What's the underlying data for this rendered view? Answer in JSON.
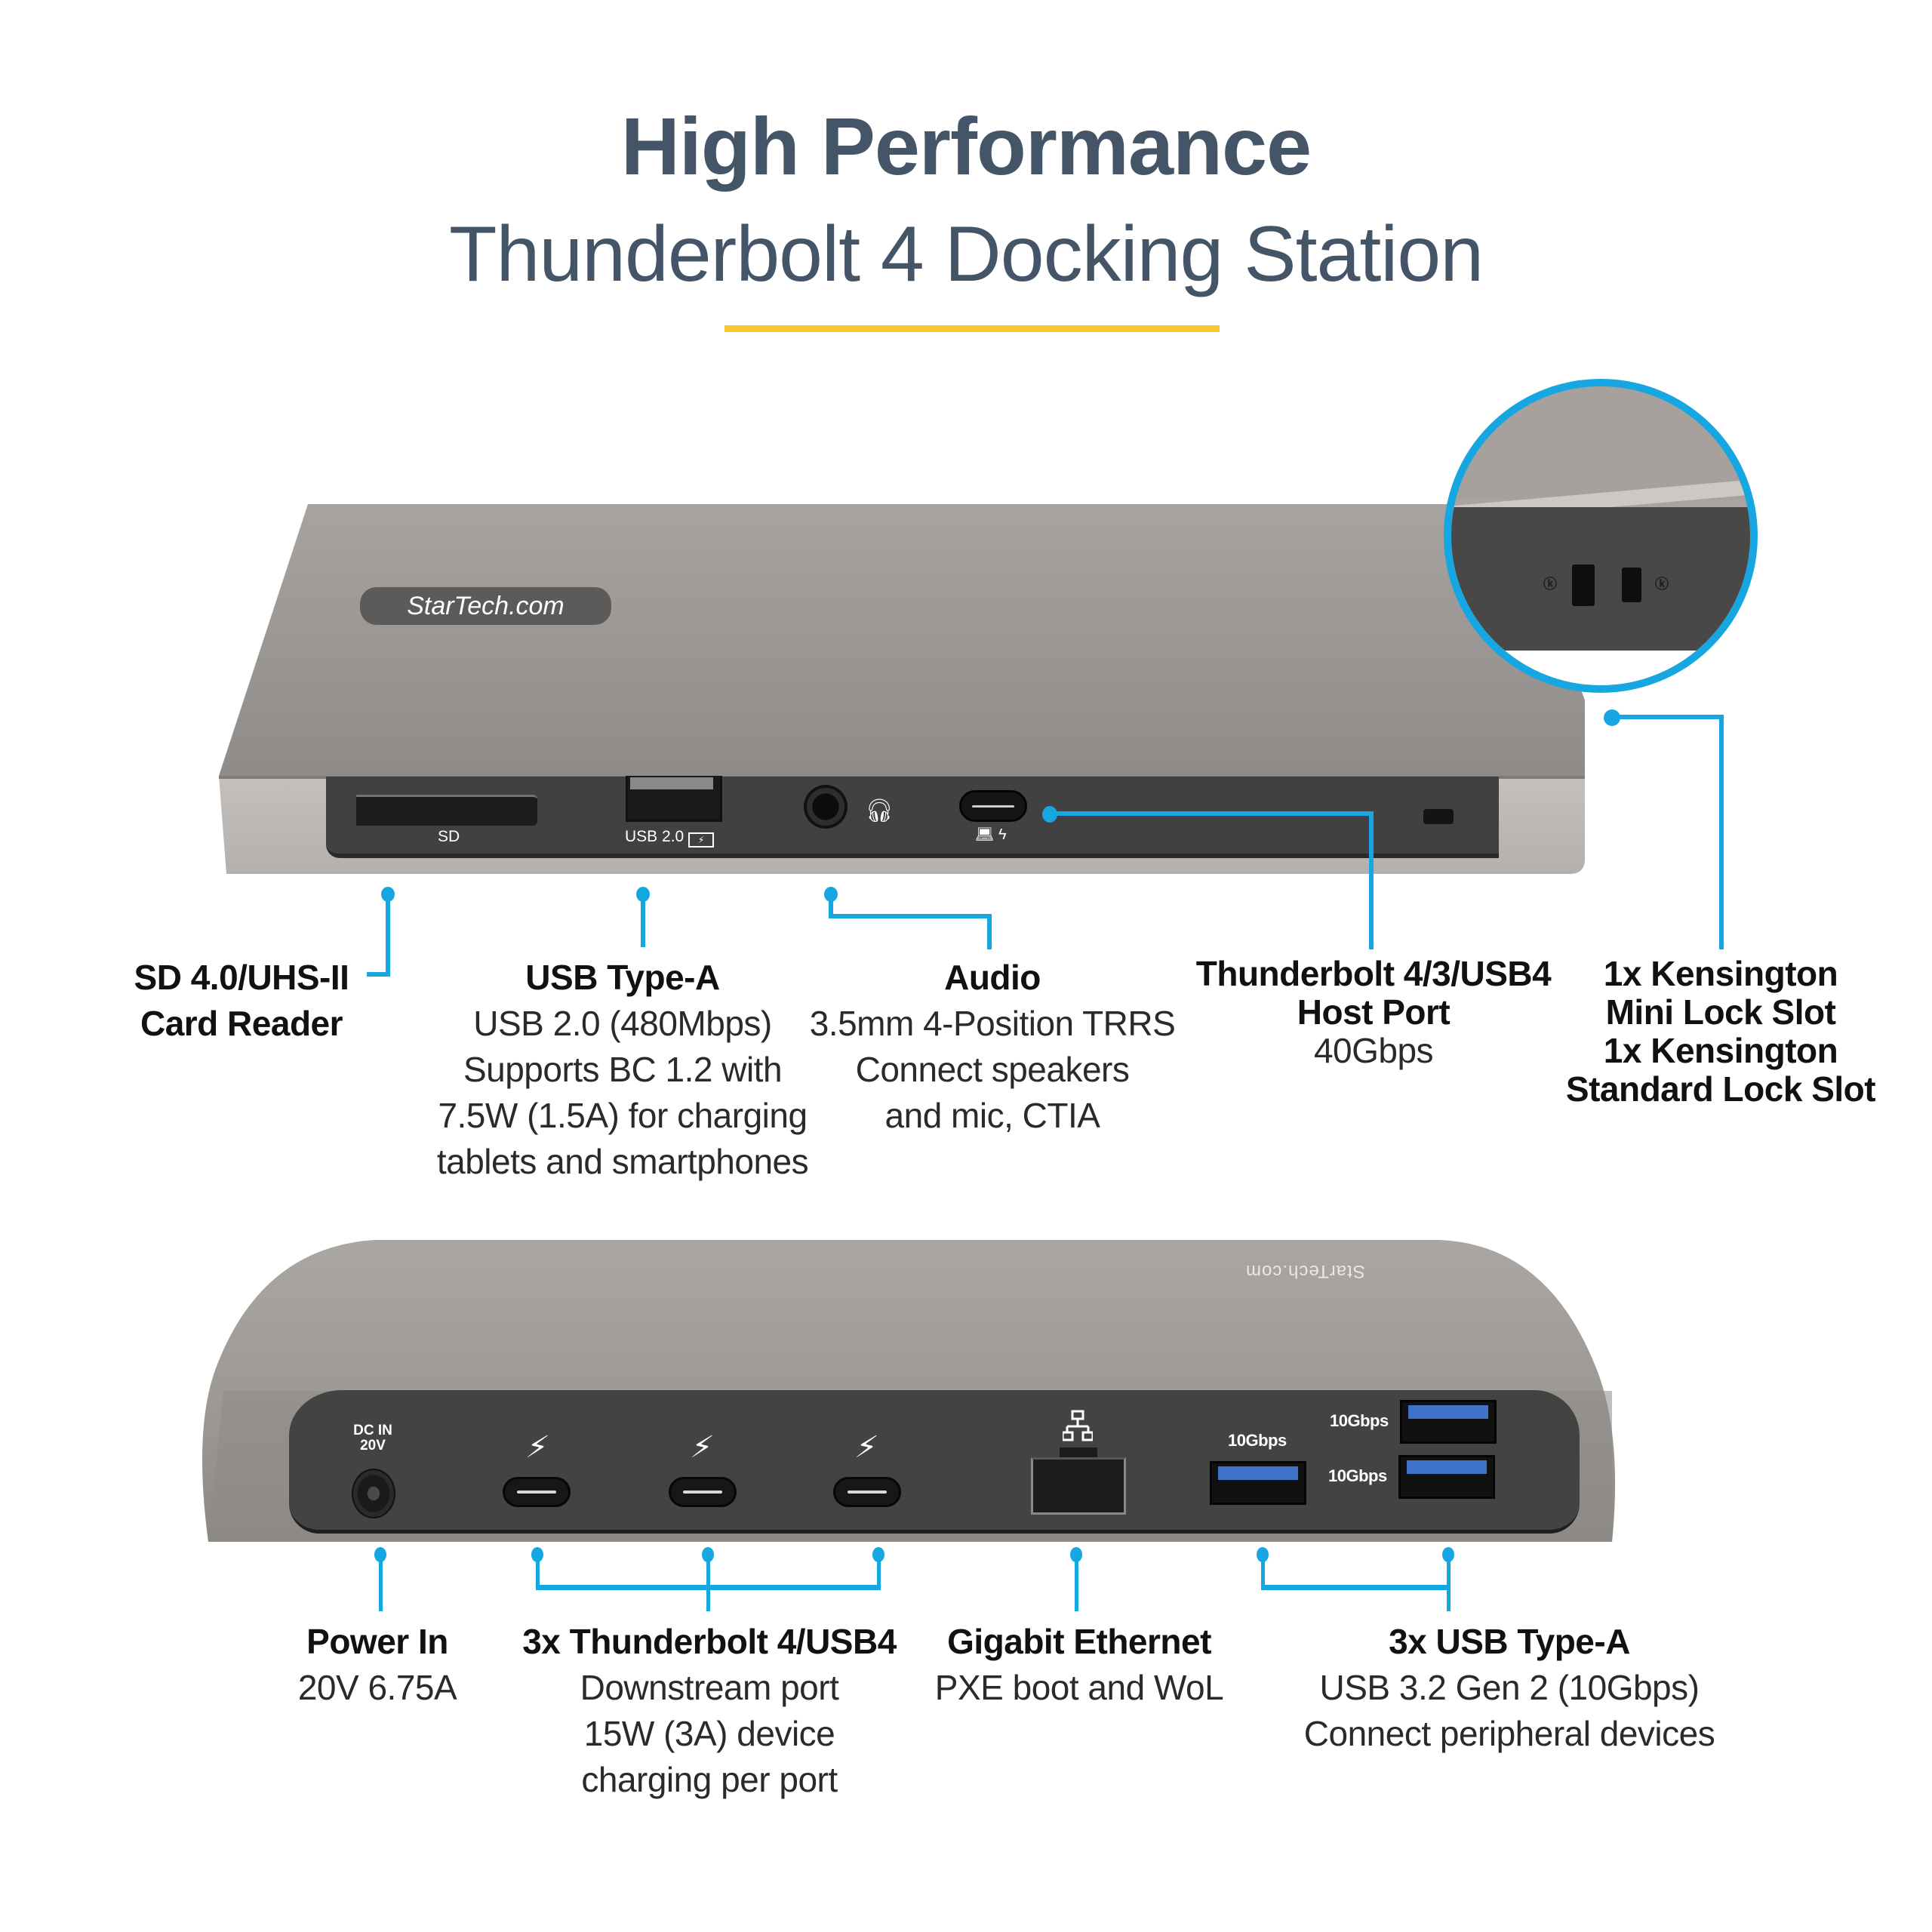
{
  "header": {
    "title_line1": "High Performance",
    "title_line2": "Thunderbolt 4 Docking Station",
    "underline_color": "#fcc72e"
  },
  "colors": {
    "title_text": "#435566",
    "callout_blue": "#16a7e2",
    "brand_yellow": "#f4b31c",
    "device_gray": "#9e9a97",
    "panel_dark": "#424142"
  },
  "device_front": {
    "brand_logo": "StarTech.com",
    "port_labels": {
      "sd": "SD",
      "usb2": "USB 2.0",
      "usb2_icon": "battery-charge-icon",
      "audio_icon": "headset-icon",
      "tb_host_icon": "laptop-bolt-icon"
    }
  },
  "device_rear": {
    "brand_logo_mirrored": "StarTech.com",
    "dc_label_line1": "DC IN",
    "dc_label_line2": "20V",
    "thunderbolt_icon": "⚡",
    "ethernet_icon": "network-icon",
    "usb_speed_labels": [
      "10Gbps",
      "10Gbps",
      "10Gbps"
    ]
  },
  "callouts_top": [
    {
      "id": "sd-card-reader",
      "heading": [
        "SD 4.0/UHS-II",
        "Card Reader"
      ],
      "details": []
    },
    {
      "id": "usb-type-a-front",
      "heading": [
        "USB Type-A"
      ],
      "details": [
        "USB 2.0 (480Mbps)",
        "Supports BC 1.2 with",
        "7.5W (1.5A) for charging",
        "tablets and smartphones"
      ]
    },
    {
      "id": "audio",
      "heading": [
        "Audio"
      ],
      "details": [
        "3.5mm 4-Position TRRS",
        "Connect speakers",
        "and mic, CTIA"
      ]
    },
    {
      "id": "tb-host-port",
      "heading": [
        "Thunderbolt 4/3/USB4",
        "Host Port"
      ],
      "details": [
        "40Gbps"
      ]
    },
    {
      "id": "kensington",
      "heading": [
        "1x Kensington",
        "Mini Lock Slot",
        "1x Kensington",
        "Standard Lock Slot"
      ],
      "details": []
    }
  ],
  "callouts_bottom": [
    {
      "id": "power-in",
      "heading": [
        "Power In"
      ],
      "details": [
        "20V 6.75A"
      ]
    },
    {
      "id": "tb-downstream",
      "heading": [
        "3x Thunderbolt 4/USB4"
      ],
      "details": [
        "Downstream port",
        "15W (3A) device",
        "charging per port"
      ]
    },
    {
      "id": "ethernet",
      "heading": [
        "Gigabit Ethernet"
      ],
      "details": [
        "PXE boot and WoL"
      ]
    },
    {
      "id": "usb-type-a-rear",
      "heading": [
        "3x USB Type-A"
      ],
      "details": [
        "USB 3.2 Gen 2 (10Gbps)",
        "Connect peripheral devices"
      ]
    }
  ]
}
